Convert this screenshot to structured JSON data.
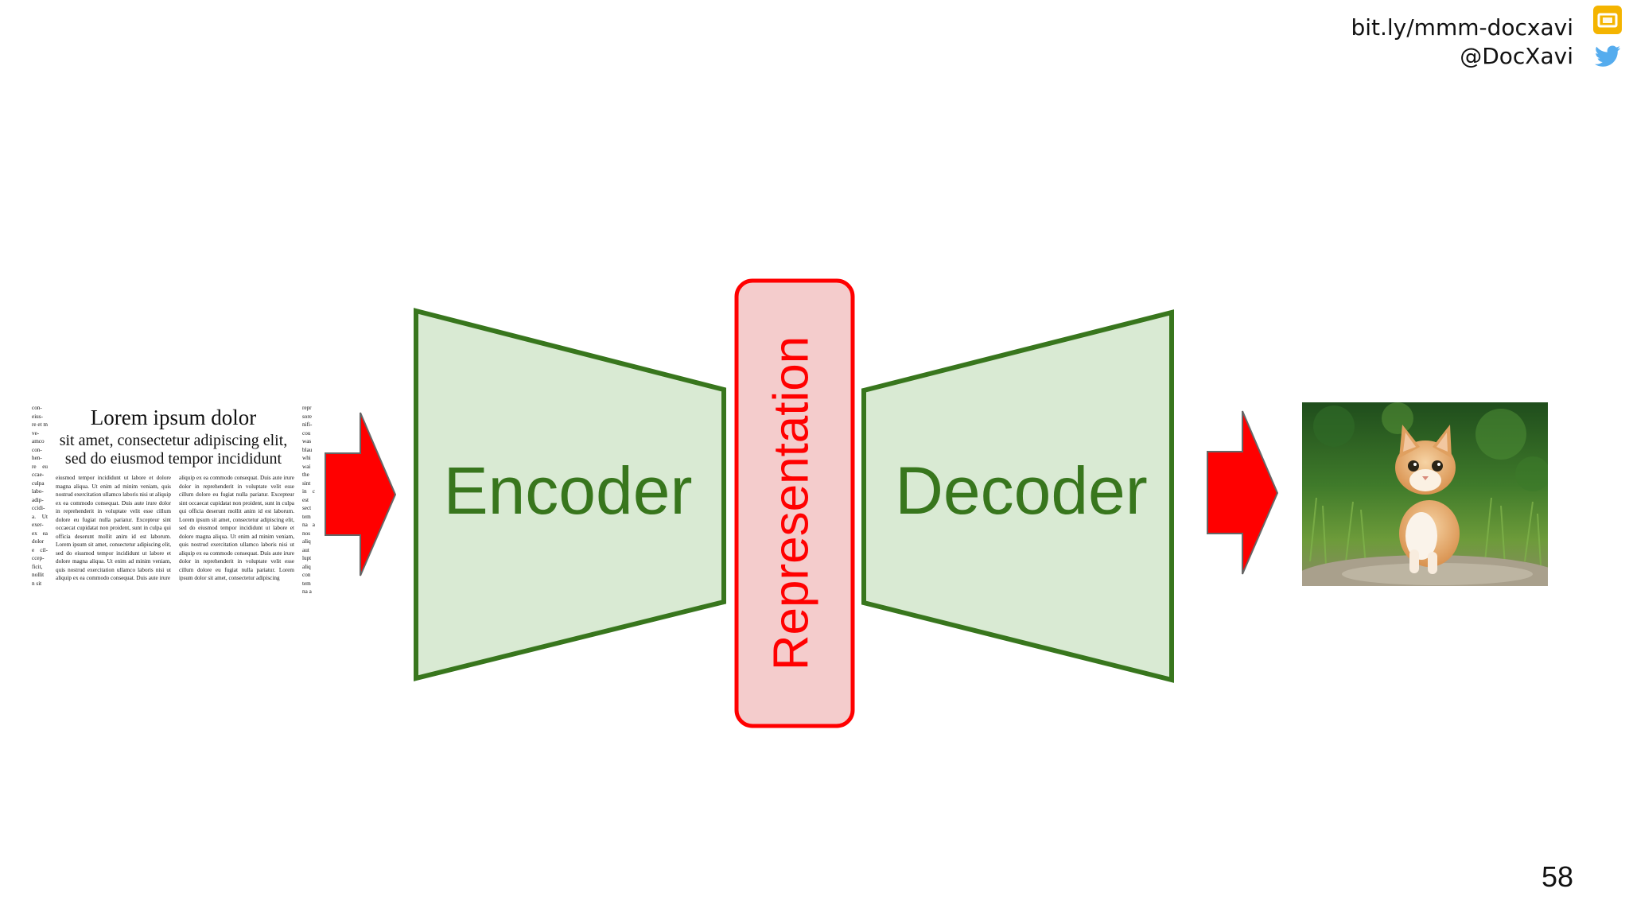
{
  "header": {
    "link": "bit.ly/mmm-docxavi",
    "handle": "@DocXavi",
    "slides_icon": "google-slides-icon",
    "twitter_icon": "twitter-bird-icon"
  },
  "newspaper": {
    "title": "Lorem ipsum dolor",
    "subtitle_line1": "sit amet, consectetur adipiscing elit,",
    "subtitle_line2": "sed do eiusmod tempor incididunt",
    "body_text": "eiusmod tempor incididunt ut labore et dolore magna aliqua. Ut enim ad minim veniam, quis nostrud exercitation ullamco laboris nisi ut aliquip ex ea commodo consequat. Duis aute irure dolor in reprehenderit in voluptate velit esse cillum dolore eu fugiat nulla pariatur. Excepteur sint occaecat cupidatat non proident, sunt in culpa qui officia deserunt mollit anim id est laborum. Lorem ipsum sit amet, consectetur adipiscing elit, sed do eiusmod tempor incididunt ut labore et dolore magna aliqua. Ut enim ad minim veniam, quis nostrud exercitation ullamco laboris nisi ut aliquip ex ea commodo consequat. Duis aute irure",
    "body_text_b": "aliquip ex ea commodo consequat. Duis aute irure dolor in reprehenderit in voluptate velit esse cillum dolore eu fugiat nulla pariatur. Excepteur sint occaecat cupidatat non proident, sunt in culpa qui officia deserunt mollit anim id est laborum. Lorem ipsum sit amet, consectetur adipiscing elit, sed do eiusmod tempor incididunt ut labore et dolore magna aliqua. Ut enim ad minim veniam, quis nostrud exercitation ullamco laboris nisi ut aliquip ex ea commodo consequat. Duis aute irure dolor in reprehenderit in voluptate velit esse cillum dolore eu fugiat nulla pariatur. Lorem ipsum dolor sit amet, consectetur adipiscing",
    "edge_text_left": "con- eius- re et m ve- amco con- hen- re eu ccae- culpa labo- adip- ccidi- a. Ut exer- ex ea dolor e cil- ccep- ficit, nollit n sit",
    "edge_text_right": "repr sore nifi- cou was blau whi wai the sint in c est sect tem na a nos aliq aut lupt aliq con tem na a"
  },
  "diagram": {
    "encoder_label": "Encoder",
    "decoder_label": "Decoder",
    "representation_label": "Representation",
    "colors": {
      "block_fill": "#d9ead3",
      "block_stroke": "#38761d",
      "label_green": "#38761d",
      "rep_fill": "#f4cccc",
      "rep_stroke": "#ff0000",
      "rep_text": "#ff0000",
      "arrow_fill": "#ff0000",
      "arrow_stroke": "#666666"
    }
  },
  "output_image": {
    "subject": "kitten-on-grass"
  },
  "page_number": "58"
}
